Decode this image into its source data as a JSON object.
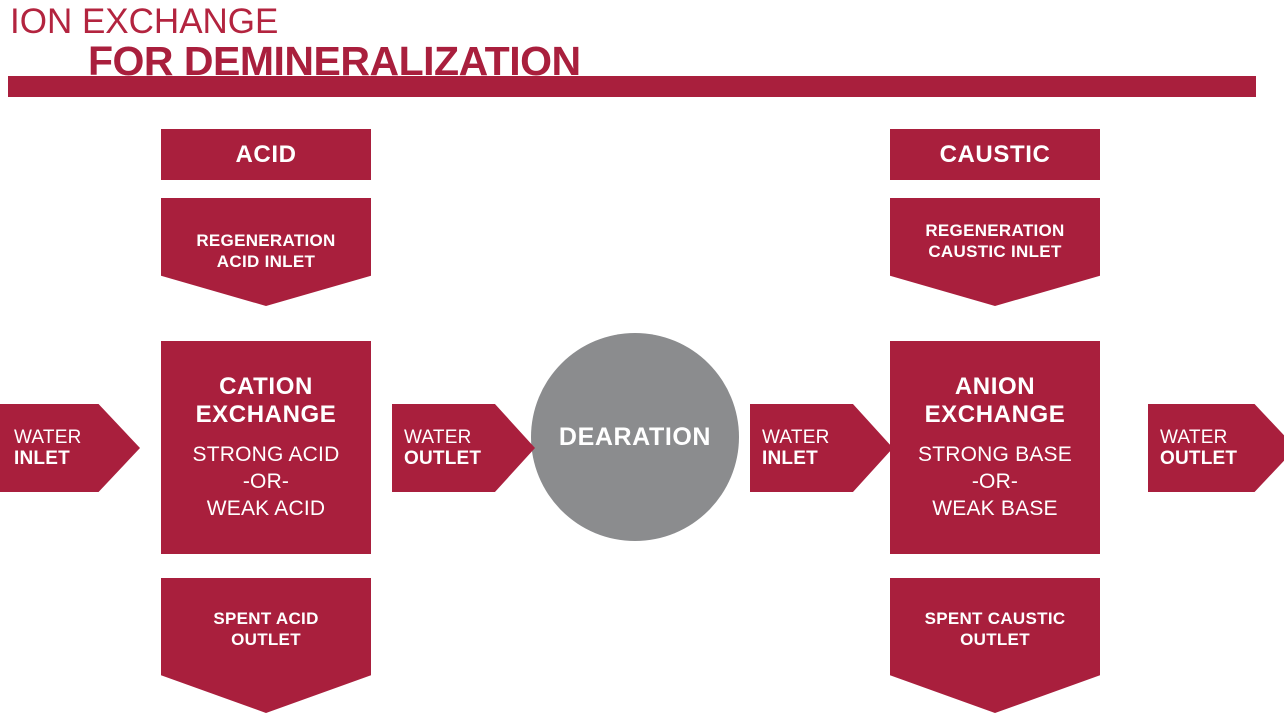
{
  "title": {
    "line1": "ION EXCHANGE",
    "line2": "FOR DEMINERALIZATION"
  },
  "colors": {
    "brand_red": "#A91F3D",
    "title_light_red": "#B3243F",
    "circle_gray": "#8B8C8E",
    "text_white": "#FFFFFF",
    "background": "#FFFFFF"
  },
  "diagram": {
    "left_column": {
      "chemical_box": "ACID",
      "regeneration_inlet": {
        "line1": "REGENERATION",
        "line2": "ACID INLET"
      },
      "vessel": {
        "heading_line1": "CATION",
        "heading_line2": "EXCHANGE",
        "detail_line1": "STRONG ACID",
        "detail_line2": "-OR-",
        "detail_line3": "WEAK ACID"
      },
      "spent_outlet": {
        "line1": "SPENT ACID",
        "line2": "OUTLET"
      }
    },
    "right_column": {
      "chemical_box": "CAUSTIC",
      "regeneration_inlet": {
        "line1": "REGENERATION",
        "line2": "CAUSTIC INLET"
      },
      "vessel": {
        "heading_line1": "ANION",
        "heading_line2": "EXCHANGE",
        "detail_line1": "STRONG BASE",
        "detail_line2": "-OR-",
        "detail_line3": "WEAK BASE"
      },
      "spent_outlet": {
        "line1": "SPENT CAUSTIC",
        "line2": "OUTLET"
      }
    },
    "center": {
      "dearation_label": "DEARATION"
    },
    "flow_arrows": [
      {
        "line1": "WATER",
        "line2": "INLET"
      },
      {
        "line1": "WATER",
        "line2": "OUTLET"
      },
      {
        "line1": "WATER",
        "line2": "INLET"
      },
      {
        "line1": "WATER",
        "line2": "OUTLET"
      }
    ]
  }
}
